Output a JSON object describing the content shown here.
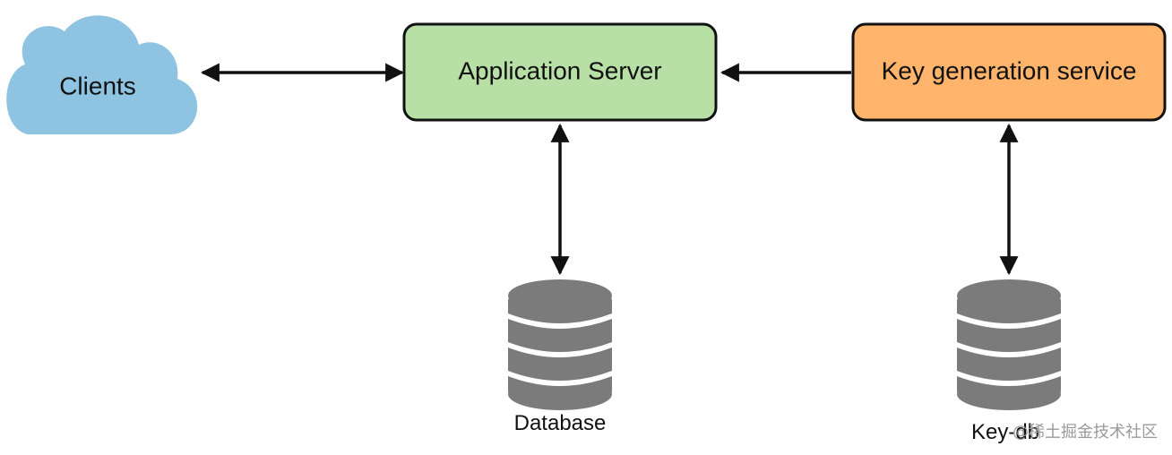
{
  "nodes": {
    "clients": {
      "label": "Clients",
      "icon": "cloud-icon",
      "color": "#8ec4e2"
    },
    "application_server": {
      "label": "Application Server",
      "color": "#b8e0a6"
    },
    "key_generation_service": {
      "label": "Key generation service",
      "color": "#ffb46c"
    },
    "database": {
      "label": "Database",
      "icon": "database-icon",
      "color": "#7b7b7b"
    },
    "key_db": {
      "label": "Key-db",
      "icon": "database-icon",
      "color": "#7b7b7b"
    }
  },
  "edges": [
    {
      "from": "clients",
      "to": "application_server",
      "direction": "bidirectional"
    },
    {
      "from": "key_generation_service",
      "to": "application_server",
      "direction": "one-way"
    },
    {
      "from": "application_server",
      "to": "database",
      "direction": "bidirectional"
    },
    {
      "from": "key_generation_service",
      "to": "key_db",
      "direction": "bidirectional"
    }
  ],
  "watermark": {
    "text": "@稀土掘金技术社区"
  }
}
